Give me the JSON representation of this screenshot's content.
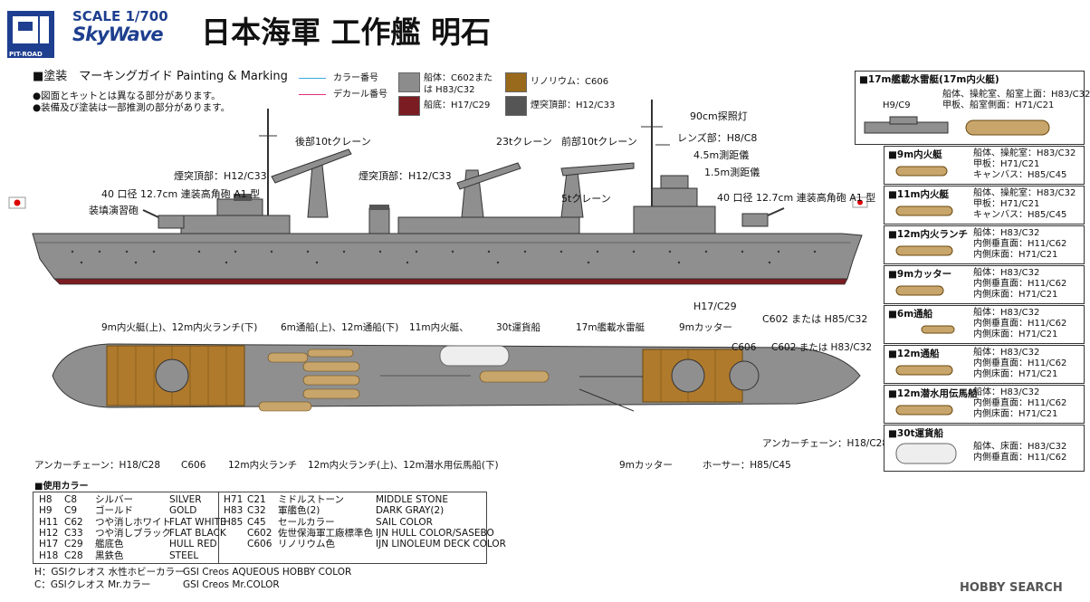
{
  "brand": {
    "scale": "SCALE 1/700",
    "series": "SkyWave",
    "maker": "PIT-ROAD"
  },
  "title": "日本海軍 工作艦 明石",
  "section": {
    "heading": "■塗装　マーキングガイド Painting & Marking",
    "notes": [
      "●図面とキットとは異なる部分があります。",
      "●装備及び塗装は一部推測の部分があります。"
    ]
  },
  "legend": {
    "color_number": "カラー番号",
    "decal_number": "デカール番号",
    "swatches": [
      {
        "text": "船体：C602または H83/C32",
        "color": "#8c8c8c"
      },
      {
        "text": "リノリウム：C606",
        "color": "#9a6a1c"
      },
      {
        "text": "船底：H17/C29",
        "color": "#7a1c22"
      },
      {
        "text": "煙突頂部：H12/C33",
        "color": "#555555"
      }
    ]
  },
  "side_labels": {
    "aft_crane": "後部10tクレーン",
    "crane23": "23tクレーン",
    "fore_crane": "前部10tクレーン",
    "searchlight": "90cm探照灯",
    "lens": "レンズ部：H8/C8",
    "rf45": "4.5m測距儀",
    "rf15": "1.5m測距儀",
    "crane5": "5tクレーン",
    "funnel_top1": "煙突頂部：H12/C33",
    "funnel_top2": "煙突頂部：H12/C33",
    "aa_aft": "40 口径 12.7cm 連装高角砲 A1 型",
    "aa_fore": "40 口径 12.7cm 連装高角砲 A1 型",
    "loader": "装填演習砲",
    "bottom": "H17/C29",
    "hull": "C602 または H85/C32"
  },
  "top_labels": {
    "boat9_12": "9m内火艇(上)、12m内火ランチ(下)",
    "boat6_12": "6m通船(上)、12m通船(下)",
    "boat11": "11m内火艇、",
    "barge30": "30t運貨船",
    "boat17": "17m艦載水雷艇",
    "cutter9": "9mカッター",
    "c606": "C606",
    "hull": "C602 または H83/C32",
    "anchor_aft": "アンカーチェーン：H18/C28",
    "c606_b": "C606",
    "launch12": "12m内火ランチ",
    "launch12_b": "12m内火ランチ(上)、12m潜水用伝馬船(下)",
    "cutter9_b": "9mカッター",
    "hawser": "ホーサー：H85/C45",
    "anchor_fore": "アンカーチェーン：H18/C28"
  },
  "boats": [
    {
      "title": "■17m艦載水雷艇(17m内火艇)",
      "lines": [
        "船体、操舵室、船室上面：H83/C32",
        "甲板、船室側面：H71/C21"
      ],
      "extra": "H9/C9"
    },
    {
      "title": "■9m内火艇",
      "lines": [
        "船体、操舵室：H83/C32",
        "甲板：H71/C21",
        "キャンバス：H85/C45"
      ]
    },
    {
      "title": "■11m内火艇",
      "lines": [
        "船体、操舵室：H83/C32",
        "甲板：H71/C21",
        "キャンバス：H85/C45"
      ]
    },
    {
      "title": "■12m内火ランチ",
      "lines": [
        "船体：H83/C32",
        "内側垂直面：H11/C62",
        "内側床面：H71/C21"
      ]
    },
    {
      "title": "■9mカッター",
      "lines": [
        "船体：H83/C32",
        "内側垂直面：H11/C62",
        "内側床面：H71/C21"
      ]
    },
    {
      "title": "■6m通船",
      "lines": [
        "船体：H83/C32",
        "内側垂直面：H11/C62",
        "内側床面：H71/C21"
      ]
    },
    {
      "title": "■12m通船",
      "lines": [
        "船体：H83/C32",
        "内側垂直面：H11/C62",
        "内側床面：H71/C21"
      ]
    },
    {
      "title": "■12m潜水用伝馬船",
      "lines": [
        "船体：H83/C32",
        "内側垂直面：H11/C62",
        "内側床面：H71/C21"
      ]
    },
    {
      "title": "■30t運貨船",
      "lines": [
        "船体、床面：H83/C32",
        "内側垂直面：H11/C62"
      ]
    }
  ],
  "colors": {
    "heading": "■使用カラー",
    "left": [
      [
        "H8",
        "C8",
        "シルバー",
        "SILVER"
      ],
      [
        "H9",
        "C9",
        "ゴールド",
        "GOLD"
      ],
      [
        "H11",
        "C62",
        "つや消しホワイト",
        "FLAT WHITE"
      ],
      [
        "H12",
        "C33",
        "つや消しブラック",
        "FLAT BLACK"
      ],
      [
        "H17",
        "C29",
        "艦底色",
        "HULL RED"
      ],
      [
        "H18",
        "C28",
        "黒鉄色",
        "STEEL"
      ]
    ],
    "right": [
      [
        "H71",
        "C21",
        "ミドルストーン",
        "MIDDLE STONE"
      ],
      [
        "H83",
        "C32",
        "軍艦色(2)",
        "DARK GRAY(2)"
      ],
      [
        "H85",
        "C45",
        "セールカラー",
        "SAIL COLOR"
      ],
      [
        "",
        "C602",
        "佐世保海軍工廠標準色",
        "IJN HULL COLOR/SASEBO"
      ],
      [
        "",
        "C606",
        "リノリウム色",
        "IJN LINOLEUM DECK COLOR"
      ]
    ]
  },
  "footer": {
    "h_jp": "H：GSIクレオス 水性ホビーカラー",
    "h_en": "GSI Creos AQUEOUS HOBBY COLOR",
    "c_jp": "C：GSIクレオス Mr.カラー",
    "c_en": "GSI Creos Mr.COLOR"
  },
  "watermark": "HOBBY SEARCH"
}
